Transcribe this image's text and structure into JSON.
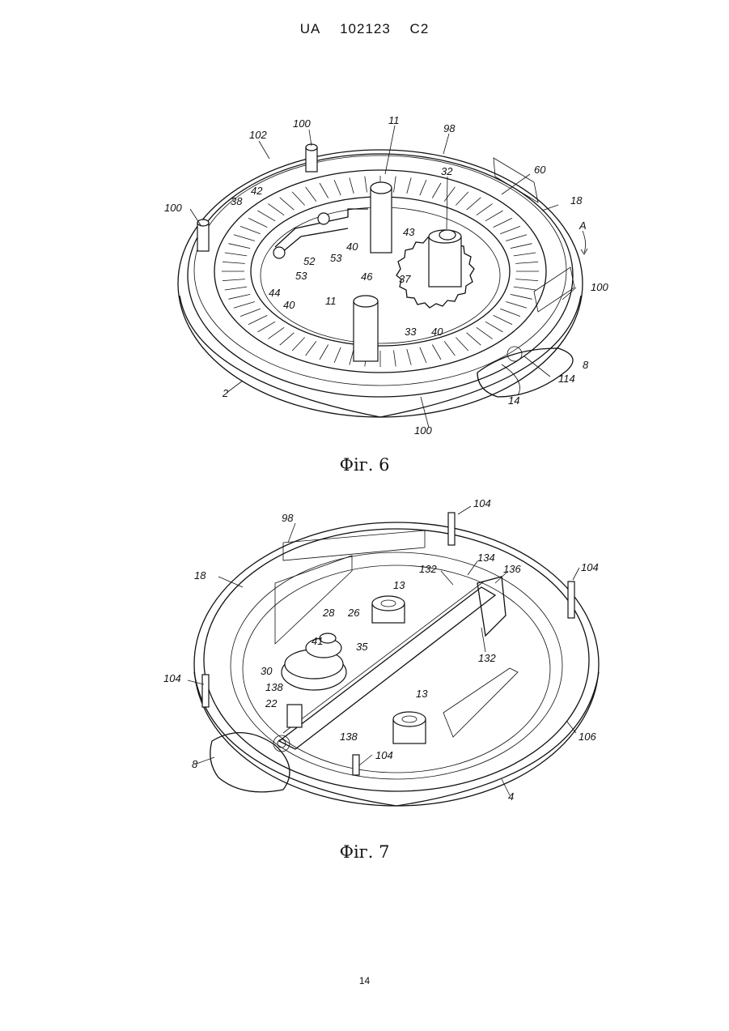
{
  "header": {
    "country": "UA",
    "number": "102123",
    "kind": "C2"
  },
  "figure6": {
    "caption": "Фіг. 6",
    "labels": [
      "100",
      "102",
      "11",
      "98",
      "32",
      "60",
      "18",
      "A",
      "100",
      "38",
      "42",
      "43",
      "40",
      "53",
      "52",
      "53",
      "37",
      "46",
      "44",
      "11",
      "40",
      "33",
      "40",
      "100",
      "8",
      "114",
      "14",
      "2",
      "100"
    ]
  },
  "figure7": {
    "caption": "Фіг. 7",
    "labels": [
      "104",
      "98",
      "18",
      "104",
      "13",
      "132",
      "134",
      "136",
      "28",
      "26",
      "41",
      "35",
      "132",
      "30",
      "104",
      "138",
      "13",
      "22",
      "138",
      "106",
      "8",
      "104",
      "4"
    ]
  },
  "page_number": "14"
}
